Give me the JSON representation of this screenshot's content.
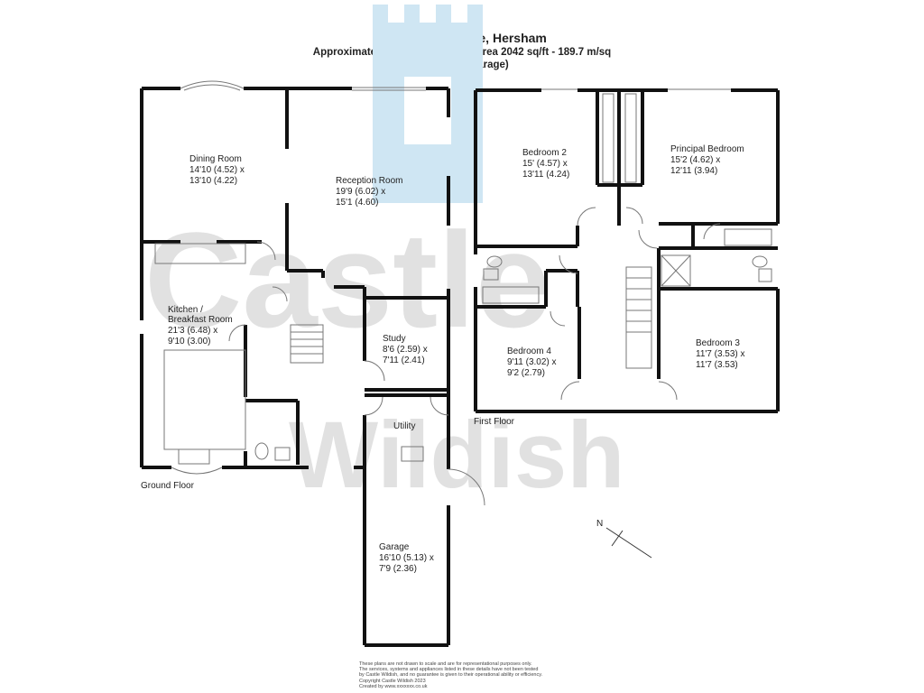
{
  "header": {
    "address": "Woodside Avenue, Hersham",
    "area": "Approximate gross internal floor area 2042 sq/ft - 189.7 m/sq",
    "note": "(Excluding garage)"
  },
  "watermark": {
    "line1": "Castle",
    "line2": "Wildish",
    "tower_color": "#cfe6f3",
    "text_color": "#bdbdbd"
  },
  "floors": {
    "ground": "Ground Floor",
    "first": "First Floor"
  },
  "rooms": {
    "dining": {
      "name": "Dining Room",
      "imperial": "14'10 (4.52) x",
      "metric": "13'10 (4.22)"
    },
    "reception": {
      "name": "Reception Room",
      "imperial": "19'9 (6.02) x",
      "metric": "15'1 (4.60)"
    },
    "kitchen": {
      "name1": "Kitchen /",
      "name2": "Breakfast Room",
      "imperial": "21'3 (6.48) x",
      "metric": "9'10 (3.00)"
    },
    "study": {
      "name": "Study",
      "imperial": "8'6 (2.59) x",
      "metric": "7'11 (2.41)"
    },
    "utility": {
      "name": "Utility"
    },
    "garage": {
      "name": "Garage",
      "imperial": "16'10 (5.13) x",
      "metric": "7'9 (2.36)"
    },
    "bedroom2": {
      "name": "Bedroom 2",
      "imperial": "15' (4.57) x",
      "metric": "13'11 (4.24)"
    },
    "principal": {
      "name": "Principal Bedroom",
      "imperial": "15'2 (4.62) x",
      "metric": "12'11 (3.94)"
    },
    "bedroom4": {
      "name": "Bedroom 4",
      "imperial": "9'11 (3.02) x",
      "metric": "9'2 (2.79)"
    },
    "bedroom3": {
      "name": "Bedroom 3",
      "imperial": "11'7 (3.53) x",
      "metric": "11'7 (3.53)"
    }
  },
  "compass": {
    "label": "N"
  },
  "disclaimer": [
    "These plans are not drawn to scale and are for representational purposes only.",
    "The services, systems and appliances listed in these details have not been tested",
    "by Castle Wildish, and no guarantee is given to their operational ability or efficiency.",
    "Copyright Castle Wildish 2023",
    "Created by www.xxxxxxx.co.uk"
  ]
}
